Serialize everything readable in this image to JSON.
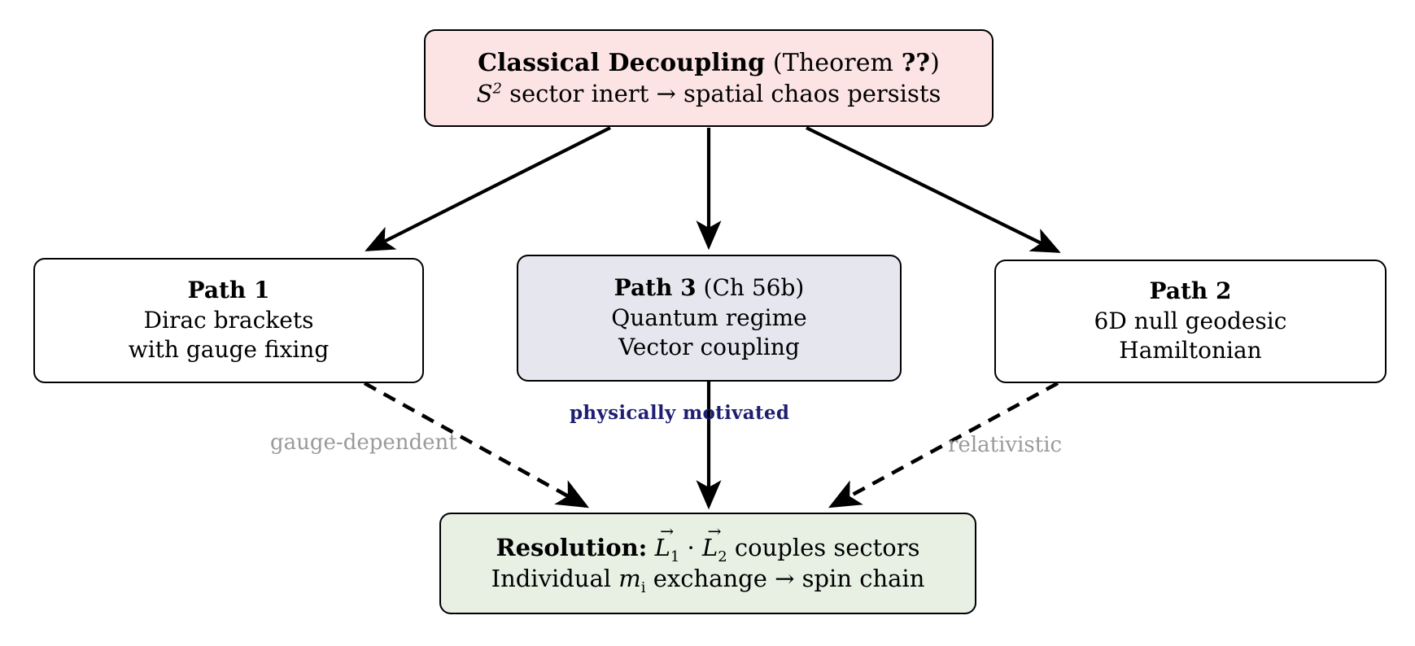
{
  "diagram": {
    "title": "Classical Decoupling resolution flowchart",
    "type": "flowchart",
    "colors": {
      "top_node_fill": "#fce4e4",
      "path3_node_fill": "#e6e6ef",
      "resolution_node_fill": "#e8f0e4",
      "plain_node_fill": "#ffffff",
      "border": "#000000",
      "edge_label_gray": "#9a9a9a",
      "edge_label_blue": "#1f1f72",
      "background": "#ffffff"
    }
  },
  "nodes": {
    "top": {
      "id": "classical-decoupling",
      "title_bold": "Classical Decoupling",
      "title_rest": " (Theorem ",
      "title_marker": "??",
      "title_close": ")",
      "subtitle_pre": "",
      "subtitle_math": "S",
      "subtitle_sup": "2",
      "subtitle_rest": " sector inert → spatial chaos persists"
    },
    "path1": {
      "id": "path-1",
      "heading": "Path 1",
      "line_2": "Dirac brackets",
      "line_3": "with gauge fixing"
    },
    "path3": {
      "id": "path-3",
      "heading_bold": "Path 3",
      "heading_rest": " (Ch 56b)",
      "line_2": "Quantum regime",
      "line_3": "Vector coupling"
    },
    "path2": {
      "id": "path-2",
      "heading": "Path 2",
      "line_2": "6D null geodesic",
      "line_3": "Hamiltonian"
    },
    "resolution": {
      "id": "resolution",
      "label_bold": "Resolution:",
      "vec_1": "L",
      "vec_1_sub": "1",
      "dot_operator": "·",
      "vec_2": "L",
      "vec_2_sub": "2",
      "line_1_tail": " couples sectors",
      "line_2_pre": "Individual ",
      "line_2_math": "m",
      "line_2_sub": "i",
      "line_2_tail": " exchange → spin chain"
    }
  },
  "edges": {
    "top_to_path1": {
      "style": "solid",
      "label": ""
    },
    "top_to_path3": {
      "style": "solid",
      "label": ""
    },
    "top_to_path2": {
      "style": "solid",
      "label": ""
    },
    "path1_to_resolution": {
      "style": "dashed",
      "label": "gauge-dependent"
    },
    "path3_to_resolution": {
      "style": "solid",
      "label": "physically motivated"
    },
    "path2_to_resolution": {
      "style": "dashed",
      "label": "relativistic"
    }
  }
}
